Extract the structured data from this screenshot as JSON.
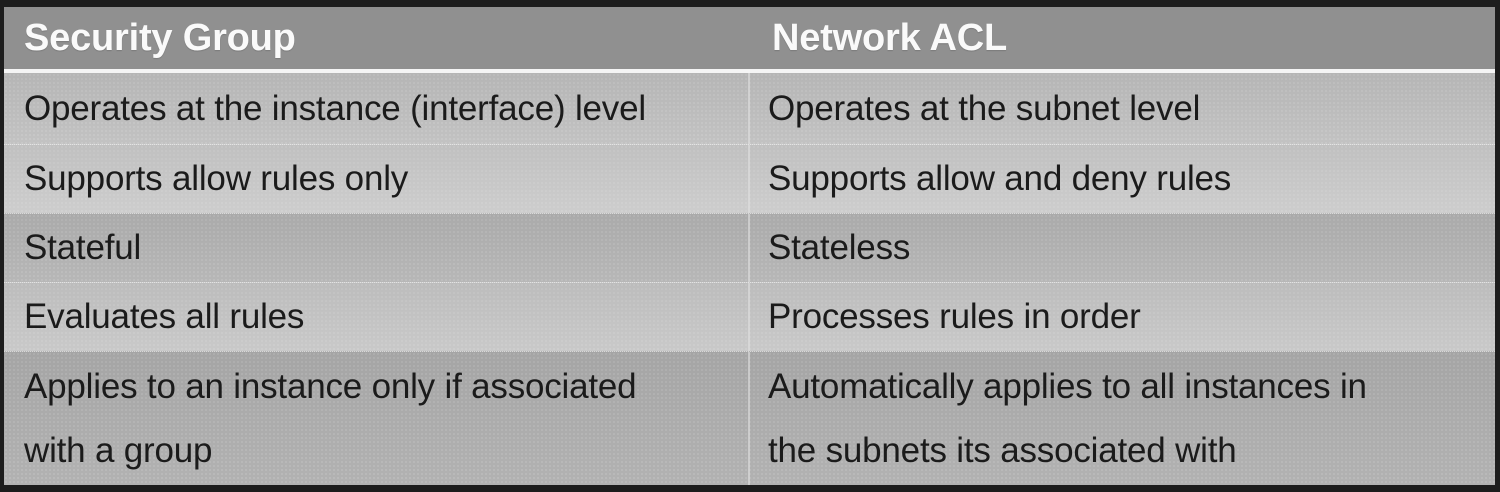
{
  "table": {
    "headers": [
      "Security Group",
      "Network ACL"
    ],
    "rows": [
      {
        "left": "Operates at the instance (interface) level",
        "right": "Operates at the subnet level"
      },
      {
        "left": "Supports allow rules only",
        "right": "Supports allow and deny rules"
      },
      {
        "left": "Stateful",
        "right": "Stateless"
      },
      {
        "left": "Evaluates all rules",
        "right": "Processes rules in order"
      },
      {
        "left": "Applies to an instance only if associated\nwith a group",
        "right": "Automatically applies to all instances in\nthe subnets its associated with"
      }
    ]
  },
  "colors": {
    "outer_border": "#1d1d1d",
    "header_bg": "#909090",
    "header_text": "#fafafa",
    "header_separator": "#f5f5f5",
    "body_text": "#1b1b1b",
    "column_divider": "#d8d8d8",
    "row_bg": [
      "#bfbfbf",
      "#cacaca",
      "#b3b3b3",
      "#c6c6c6",
      "#aeaeae"
    ]
  }
}
